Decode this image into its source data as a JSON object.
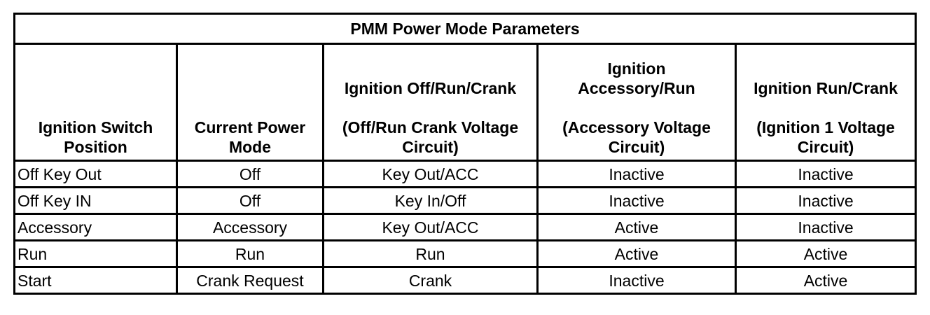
{
  "table": {
    "title": "PMM Power Mode Parameters",
    "columns": [
      {
        "name": "Ignition Switch\nPosition",
        "sub": ""
      },
      {
        "name": "Current Power\nMode",
        "sub": ""
      },
      {
        "name": "Ignition Off/Run/Crank",
        "sub": "(Off/Run Crank Voltage\nCircuit)"
      },
      {
        "name": "Ignition\nAccessory/Run",
        "sub": "(Accessory Voltage\nCircuit)"
      },
      {
        "name": "Ignition Run/Crank",
        "sub": "(Ignition 1 Voltage\nCircuit)"
      }
    ],
    "rows": [
      [
        "Off Key Out",
        "Off",
        "Key Out/ACC",
        "Inactive",
        "Inactive"
      ],
      [
        "Off Key IN",
        "Off",
        "Key In/Off",
        "Inactive",
        "Inactive"
      ],
      [
        "Accessory",
        "Accessory",
        "Key Out/ACC",
        "Active",
        "Inactive"
      ],
      [
        "Run",
        "Run",
        "Run",
        "Active",
        "Active"
      ],
      [
        "Start",
        "Crank Request",
        "Crank",
        "Inactive",
        "Active"
      ]
    ]
  }
}
